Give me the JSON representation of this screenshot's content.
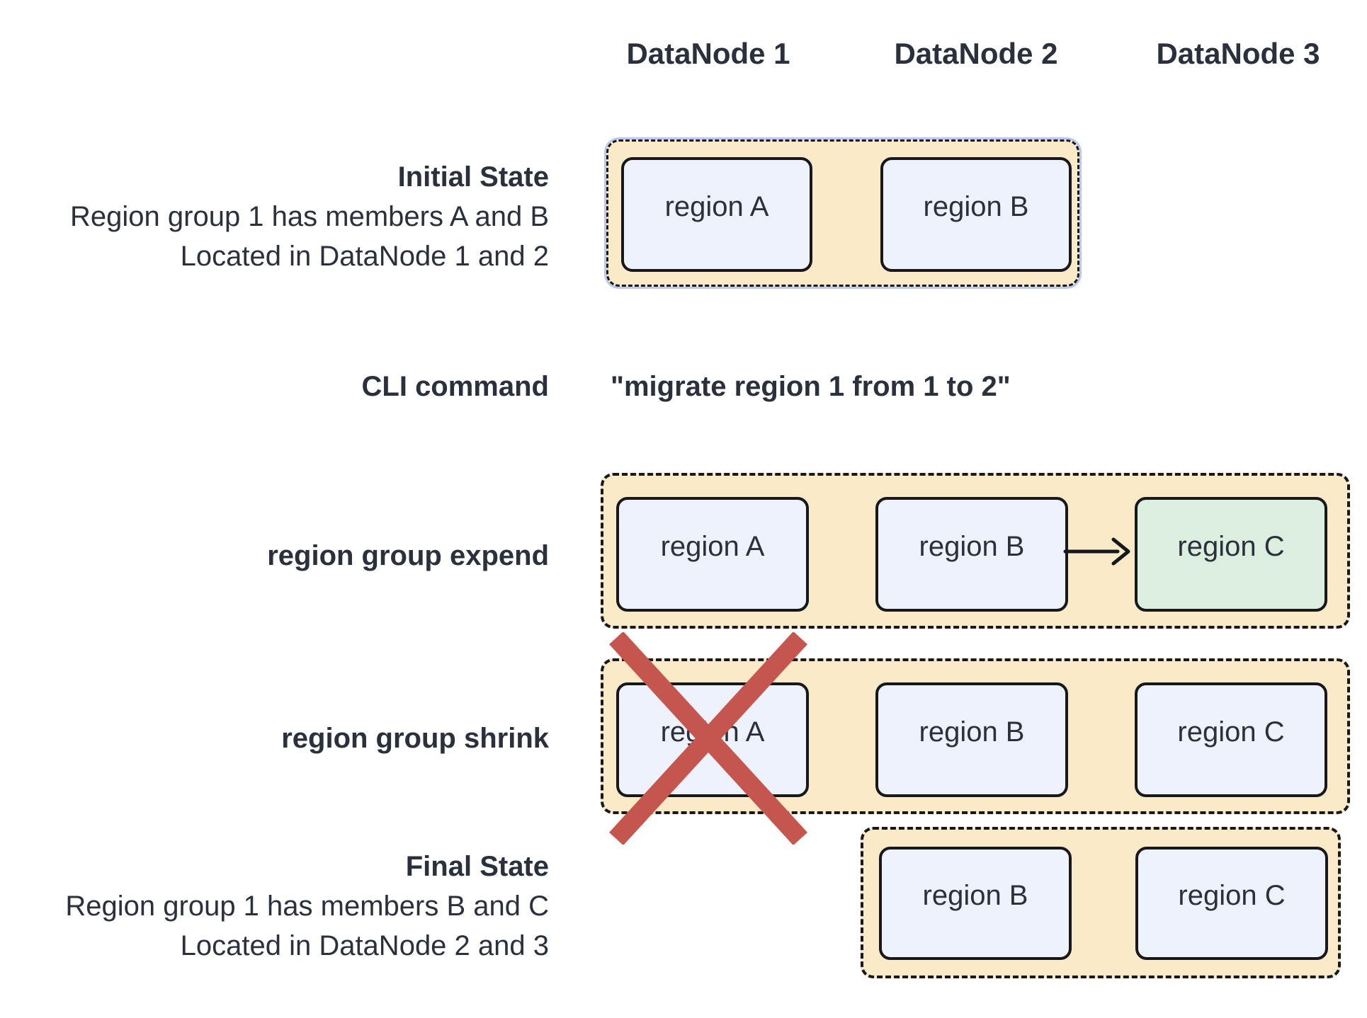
{
  "diagram": {
    "columns": [
      "DataNode 1",
      "DataNode 2",
      "DataNode 3"
    ],
    "initial": {
      "title": "Initial State",
      "line1": "Region group 1 has members A and B",
      "line2": "Located in DataNode 1 and 2",
      "regions": [
        {
          "label": "region A",
          "state": "normal"
        },
        {
          "label": "region B",
          "state": "normal"
        }
      ]
    },
    "cli": {
      "label": "CLI command",
      "command": "\"migrate region 1 from 1 to 2\""
    },
    "expend": {
      "label": "region group expend",
      "regions": [
        {
          "label": "region A",
          "state": "normal"
        },
        {
          "label": "region B",
          "state": "normal"
        },
        {
          "label": "region C",
          "state": "new"
        }
      ]
    },
    "shrink": {
      "label": "region group shrink",
      "regions": [
        {
          "label": "region A",
          "state": "removed"
        },
        {
          "label": "region B",
          "state": "normal"
        },
        {
          "label": "region C",
          "state": "normal"
        }
      ]
    },
    "final": {
      "title": "Final State",
      "line1": "Region group 1 has members B and C",
      "line2": "Located in DataNode 2 and 3",
      "regions": [
        {
          "label": "region B",
          "state": "normal"
        },
        {
          "label": "region C",
          "state": "normal"
        }
      ]
    }
  },
  "colors": {
    "text": "#2a303c",
    "group-fill": "#faeac8",
    "group-border": "#16181d",
    "initial-outline": "#b9c7f1",
    "region-blue": "#eef2fc",
    "region-green": "#dcefdf",
    "region-border": "#16181d",
    "cross-red": "#c5564e",
    "arrow": "#16181d"
  }
}
